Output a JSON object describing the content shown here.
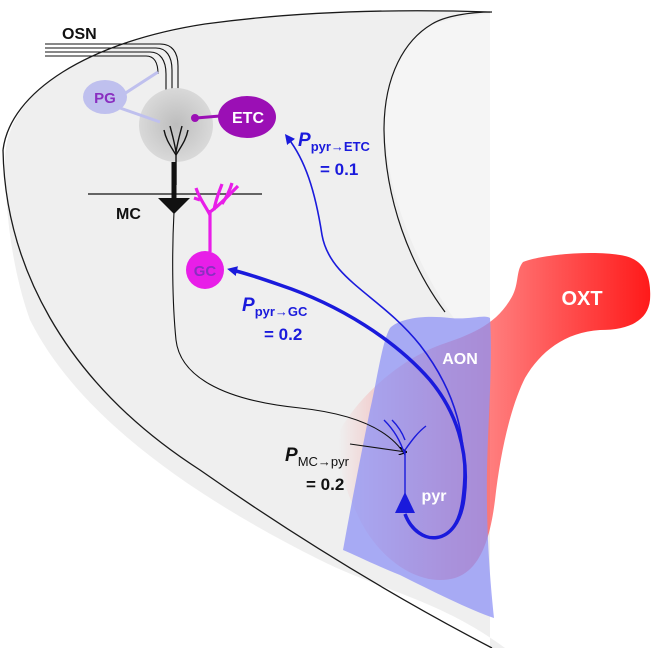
{
  "labels": {
    "osn": "OSN",
    "pg": "PG",
    "etc": "ETC",
    "mc": "MC",
    "gc": "GC",
    "oxt": "OXT",
    "aon": "AON",
    "pyr": "pyr"
  },
  "connections": {
    "pyr_etc": {
      "p": "P",
      "sub": "pyr→ETC",
      "value": "= 0.1"
    },
    "pyr_gc": {
      "p": "P",
      "sub": "pyr→GC",
      "value": "= 0.2"
    },
    "mc_pyr": {
      "p": "P",
      "sub": "MC→pyr",
      "value": "= 0.2"
    }
  },
  "colors": {
    "blue": "#1a1adc",
    "magenta": "#e81ee8",
    "purple": "#9b0fb5",
    "pg_fill": "#bfc0ee",
    "pg_text": "#8a2fc0",
    "oxt_red": "#ff1a1a",
    "aon_fill": "#8f93f5",
    "bulb_fill": "#efefef",
    "black": "#000000"
  }
}
